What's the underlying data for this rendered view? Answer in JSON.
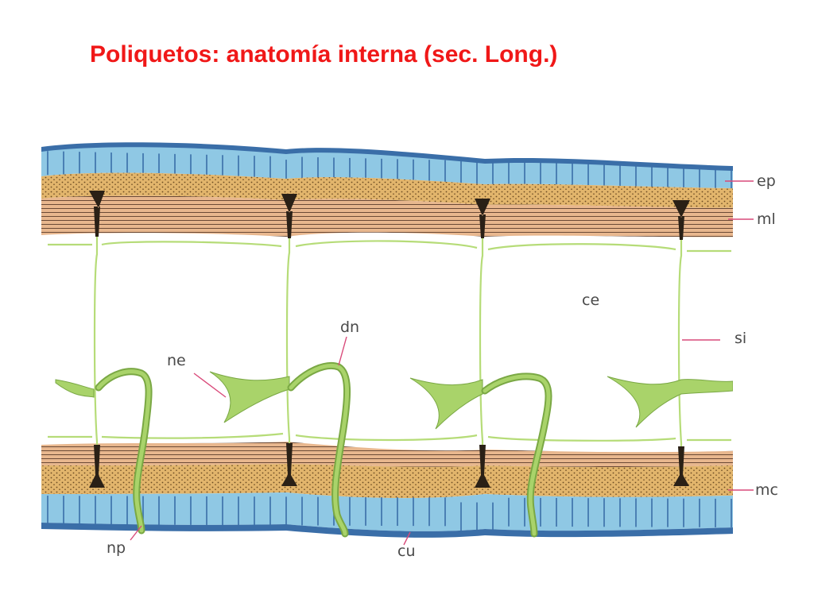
{
  "title": "Poliquetos: anatomía interna (sec. Long.)",
  "labels": {
    "ep": "ep",
    "ml": "ml",
    "ce": "ce",
    "dn": "dn",
    "ne": "ne",
    "si": "si",
    "mc": "mc",
    "np": "np",
    "cu": "cu"
  },
  "colors": {
    "title": "#f01818",
    "epidermis": "#8fc8e4",
    "cuticle": "#3a6ea8",
    "circular_muscle": "#e2b56c",
    "longitudinal_muscle": "#e8b78e",
    "septum": "#b6dc78",
    "nephridium": "#8abf4c",
    "leader_line": "#d94a7a"
  }
}
